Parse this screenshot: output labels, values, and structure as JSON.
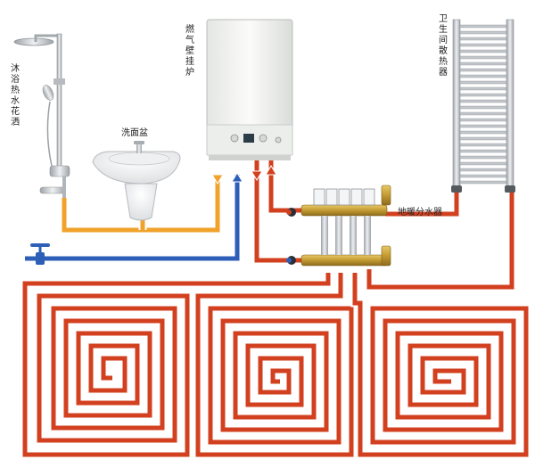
{
  "labels": {
    "shower": "沐浴热水花洒",
    "basin": "洗面盆",
    "boiler": "燃气壁挂炉",
    "manifold": "地暖分水器",
    "towel_radiator": "卫生间散热器"
  },
  "colors": {
    "hot_pipe": "#d2401f",
    "warm_pipe": "#f0a22a",
    "cold_pipe": "#2e5fb8",
    "pipe_outline": "#ffffff",
    "boiler_body": "#f3f4f2",
    "metal": "#c9ccd0",
    "brass": "#c9a23c"
  },
  "icons": [
    "shower-head-icon",
    "basin-icon",
    "boiler-icon",
    "manifold-icon",
    "radiator-icon",
    "valve-icon"
  ]
}
